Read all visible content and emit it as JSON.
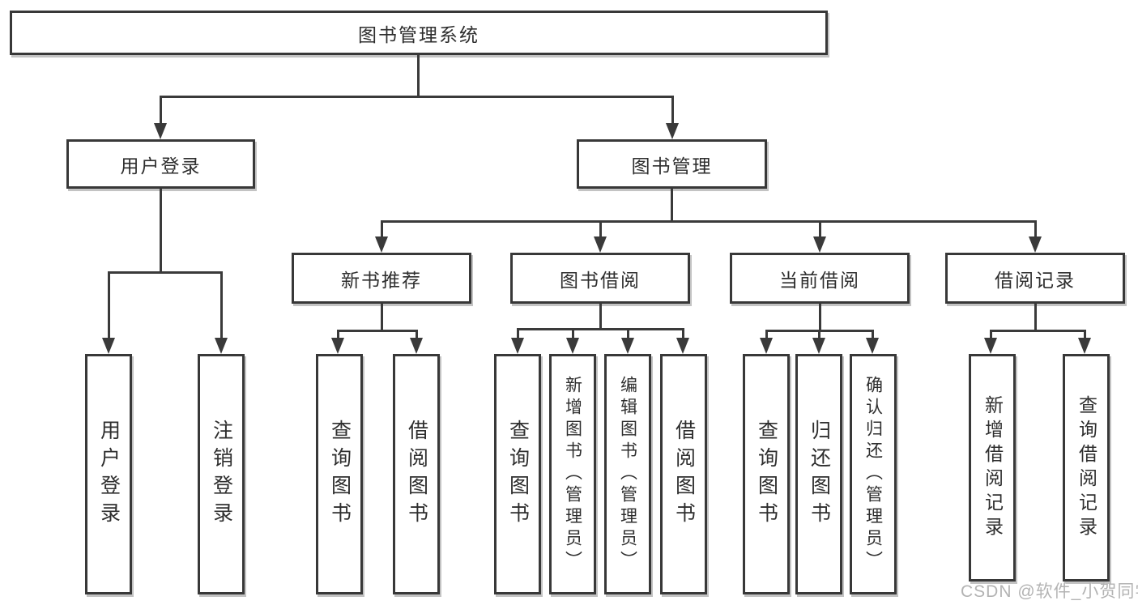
{
  "watermark": "CSDN @软件_小贺同学",
  "colors": {
    "line": "#3a3a3a",
    "border": "#383838",
    "text": "#2e2e2e",
    "watermark": "#b3b3b3"
  },
  "tree": {
    "root": "图书管理系统",
    "branches": [
      {
        "label": "用户登录",
        "children": [
          "用户登录",
          "注销登录"
        ]
      },
      {
        "label": "图书管理",
        "children": [
          {
            "label": "新书推荐",
            "children": [
              "查询图书",
              "借阅图书"
            ]
          },
          {
            "label": "图书借阅",
            "children": [
              "查询图书",
              "新增图书（管理员）",
              "编辑图书（管理员）",
              "借阅图书"
            ]
          },
          {
            "label": "当前借阅",
            "children": [
              "查询图书",
              "归还图书",
              "确认归还（管理员）"
            ]
          },
          {
            "label": "借阅记录",
            "children": [
              "新增借阅记录",
              "查询借阅记录"
            ]
          }
        ]
      }
    ]
  }
}
